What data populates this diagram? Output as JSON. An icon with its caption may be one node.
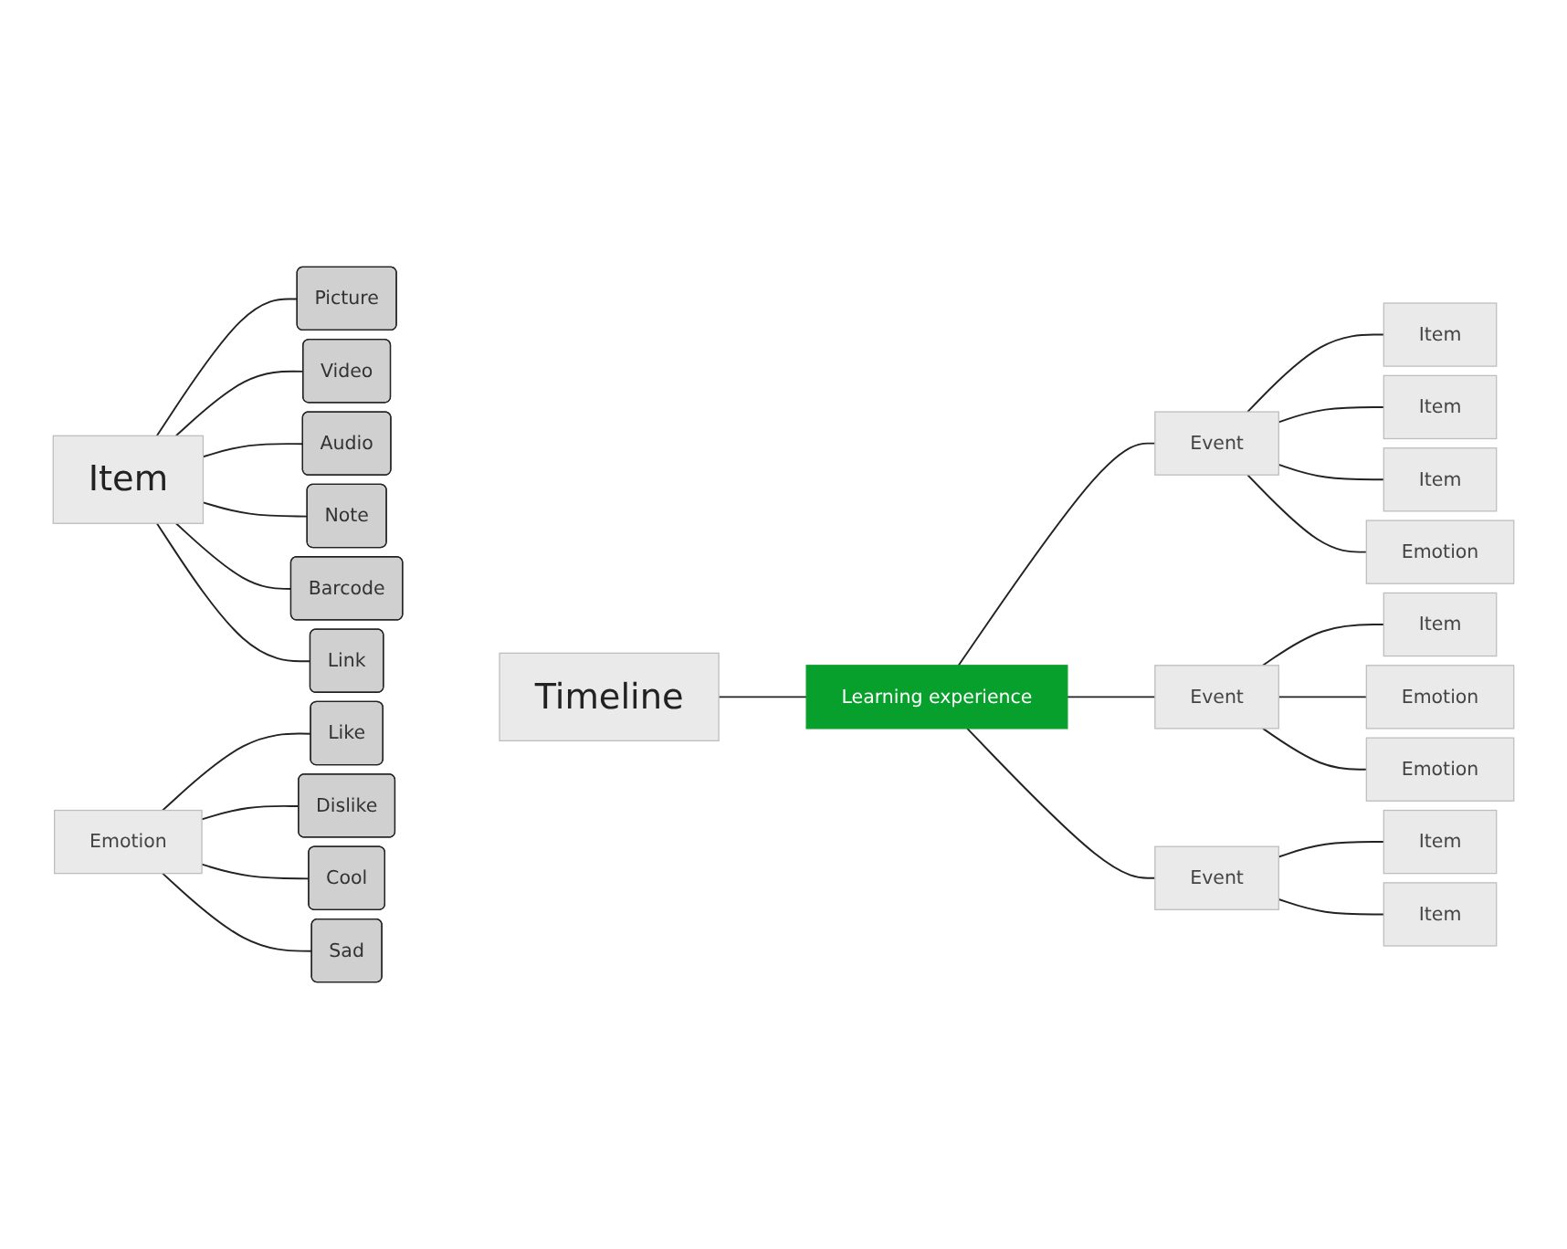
{
  "diagram": {
    "nodes": [
      {
        "text": [
          "Timeline"
        ]
      },
      {
        "text": [
          "Learning experience"
        ]
      },
      {
        "text": [
          "Event"
        ]
      },
      {
        "text": [
          "Event"
        ]
      },
      {
        "text": [
          "Event"
        ]
      },
      {
        "text": [
          "Item"
        ]
      },
      {
        "text": [
          "Item"
        ]
      },
      {
        "text": [
          "Item"
        ]
      },
      {
        "text": [
          "Emotion"
        ]
      },
      {
        "text": [
          "Item"
        ]
      },
      {
        "text": [
          "Emotion"
        ]
      },
      {
        "text": [
          "Emotion"
        ]
      },
      {
        "text": [
          "Item"
        ]
      },
      {
        "text": [
          "Item"
        ]
      },
      {
        "text": [
          "Item"
        ]
      },
      {
        "text": [
          "Picture"
        ]
      },
      {
        "text": [
          "Video"
        ]
      },
      {
        "text": [
          "Audio"
        ]
      },
      {
        "text": [
          "Note"
        ]
      },
      {
        "text": [
          "Barcode"
        ]
      },
      {
        "text": [
          "Link"
        ]
      },
      {
        "text": [
          "Emotion"
        ]
      },
      {
        "text": [
          "Like"
        ]
      },
      {
        "text": [
          "Dislike"
        ]
      },
      {
        "text": [
          "Cool"
        ]
      },
      {
        "text": [
          "Sad"
        ]
      }
    ],
    "edges": [
      {
        "from": 0,
        "to": 1,
        "arrow": "none"
      },
      {
        "from": 1,
        "to": 2,
        "arrow": "none"
      },
      {
        "from": 1,
        "to": 3,
        "arrow": "none"
      },
      {
        "from": 1,
        "to": 4,
        "arrow": "none"
      },
      {
        "from": 2,
        "to": 5,
        "arrow": "none"
      },
      {
        "from": 2,
        "to": 6,
        "arrow": "none"
      },
      {
        "from": 2,
        "to": 7,
        "arrow": "none"
      },
      {
        "from": 2,
        "to": 8,
        "arrow": "none"
      },
      {
        "from": 3,
        "to": 9,
        "arrow": "none"
      },
      {
        "from": 3,
        "to": 10,
        "arrow": "none"
      },
      {
        "from": 3,
        "to": 11,
        "arrow": "none"
      },
      {
        "from": 4,
        "to": 12,
        "arrow": "none"
      },
      {
        "from": 4,
        "to": 13,
        "arrow": "none"
      },
      {
        "from": 14,
        "to": 15,
        "arrow": "none"
      },
      {
        "from": 14,
        "to": 16,
        "arrow": "none"
      },
      {
        "from": 14,
        "to": 17,
        "arrow": "none"
      },
      {
        "from": 14,
        "to": 18,
        "arrow": "none"
      },
      {
        "from": 14,
        "to": 19,
        "arrow": "none"
      },
      {
        "from": 14,
        "to": 20,
        "arrow": "none"
      },
      {
        "from": 21,
        "to": 22,
        "arrow": "none"
      },
      {
        "from": 21,
        "to": 23,
        "arrow": "none"
      },
      {
        "from": 21,
        "to": 24,
        "arrow": "none"
      },
      {
        "from": 21,
        "to": 25,
        "arrow": "none"
      }
    ]
  }
}
